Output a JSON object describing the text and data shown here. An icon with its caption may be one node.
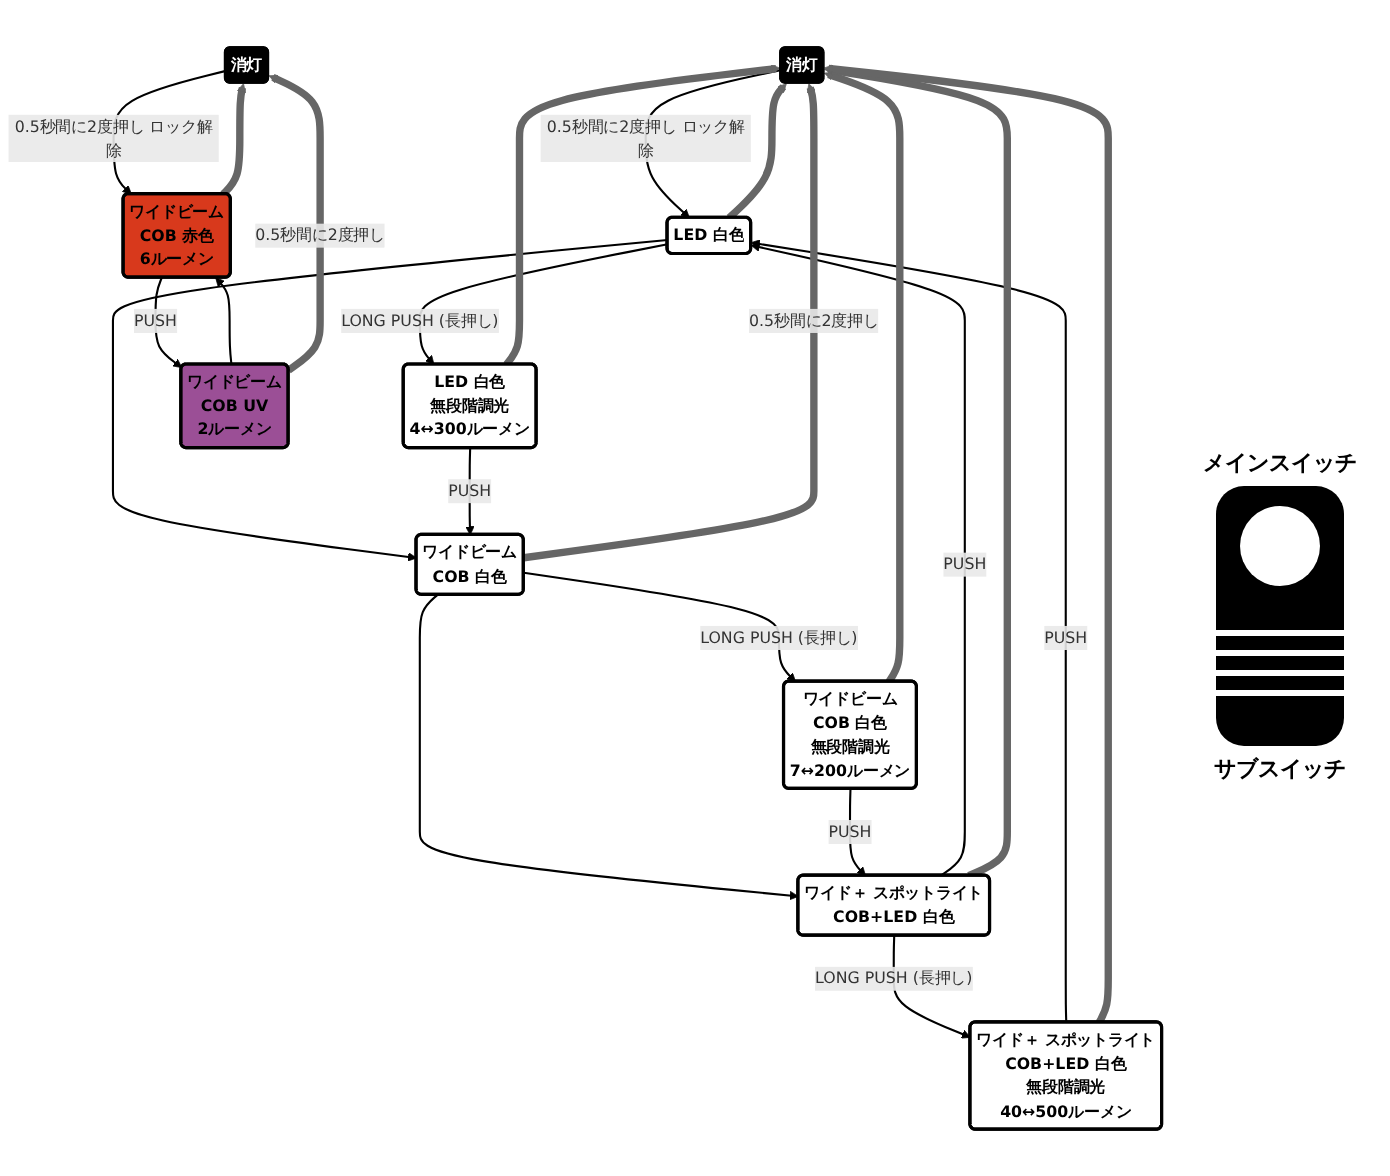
{
  "diagram": {
    "nodes": [
      {
        "text": [
          "消灯"
        ]
      },
      {
        "text": [
          "LED 白色"
        ]
      },
      {
        "text": [
          "LED 白色",
          "無段階調光",
          "4↔300ルーメン"
        ]
      },
      {
        "text": [
          "ワイドビーム",
          "COB 白色"
        ]
      },
      {
        "text": [
          "ワイドビーム",
          "COB 白色",
          "無段階調光",
          "7↔200ルーメン"
        ]
      },
      {
        "text": [
          "ワイド＋ スポットライト",
          "COB+LED 白色"
        ]
      },
      {
        "text": [
          "ワイド＋ スポットライト",
          "COB+LED 白色",
          "無段階調光",
          "40↔500ルーメン"
        ]
      },
      {
        "text": [
          "消灯"
        ]
      },
      {
        "text": [
          "ワイドビーム",
          "COB 赤色",
          "6ルーメン"
        ]
      },
      {
        "text": [
          "ワイドビーム",
          "COB UV",
          "2ルーメン"
        ]
      }
    ],
    "edges": [
      {
        "from": 0,
        "to": 1,
        "arrow": "to",
        "label": "0.5秒間に2度押し ロック解除"
      },
      {
        "from": 1,
        "to": 3,
        "arrow": "to"
      },
      {
        "from": 1,
        "to": 2,
        "arrow": "to",
        "label": "LONG PUSH (長押し)"
      },
      {
        "from": 2,
        "to": 3,
        "arrow": "to",
        "label": "PUSH"
      },
      {
        "from": 3,
        "to": 5,
        "arrow": "to"
      },
      {
        "from": 3,
        "to": 4,
        "arrow": "to",
        "label": "LONG PUSH (長押し)"
      },
      {
        "from": 4,
        "to": 5,
        "arrow": "to",
        "label": "PUSH"
      },
      {
        "from": 5,
        "to": 6,
        "arrow": "to",
        "label": "LONG PUSH (長押し)"
      },
      {
        "from": 5,
        "to": 1,
        "arrow": "to",
        "label": "PUSH"
      },
      {
        "from": 6,
        "to": 1,
        "arrow": "to",
        "label": "PUSH"
      },
      {
        "from": 1,
        "to": 0,
        "arrow": "to",
        "style": "thick",
        "color": "#666666"
      },
      {
        "from": 2,
        "to": 0,
        "arrow": "to",
        "style": "thick",
        "color": "#666666"
      },
      {
        "from": 3,
        "to": 0,
        "arrow": "to",
        "style": "thick",
        "color": "#666666",
        "label": "0.5秒間に2度押し"
      },
      {
        "from": 4,
        "to": 0,
        "arrow": "to",
        "style": "thick",
        "color": "#666666"
      },
      {
        "from": 5,
        "to": 0,
        "arrow": "to",
        "style": "thick",
        "color": "#666666"
      },
      {
        "from": 6,
        "to": 0,
        "arrow": "to",
        "style": "thick",
        "color": "#666666"
      },
      {
        "from": 7,
        "to": 8,
        "arrow": "to",
        "label": "0.5秒間に2度押し ロック解除"
      },
      {
        "from": 8,
        "to": 9,
        "arrow": "to",
        "label": "PUSH"
      },
      {
        "from": 9,
        "to": 8,
        "arrow": "to"
      },
      {
        "from": 8,
        "to": 7,
        "arrow": "to",
        "style": "thick",
        "color": "#666666"
      },
      {
        "from": 9,
        "to": 7,
        "arrow": "to",
        "style": "thick",
        "color": "#666666",
        "label": "0.5秒間に2度押し"
      }
    ],
    "labels": [
      "メインスイッチ",
      "サブスイッチ"
    ]
  }
}
